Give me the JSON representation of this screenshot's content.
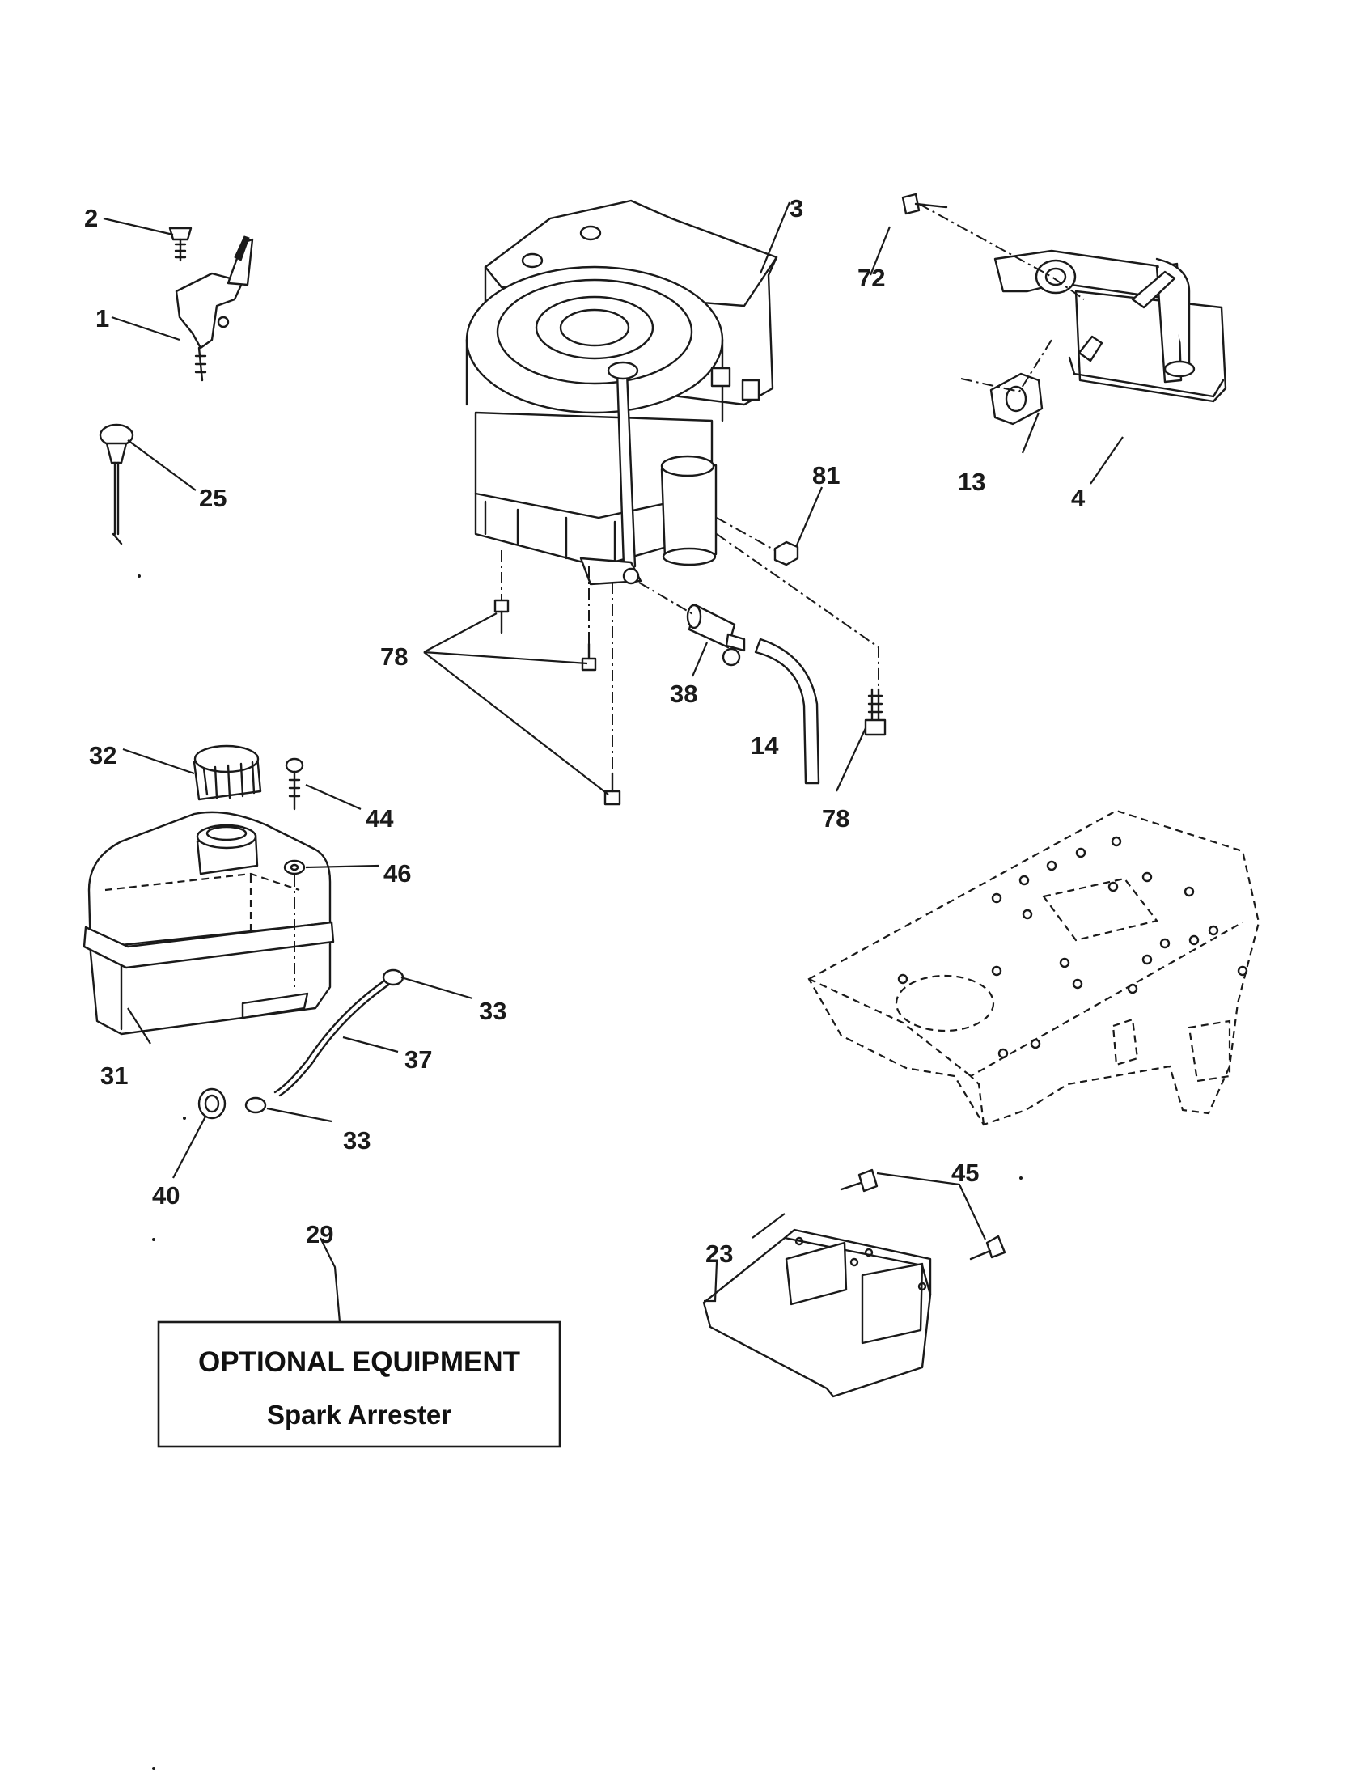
{
  "callouts": {
    "n1": "1",
    "n2": "2",
    "n3": "3",
    "n4": "4",
    "n13": "13",
    "n14": "14",
    "n23": "23",
    "n25": "25",
    "n29": "29",
    "n31": "31",
    "n32": "32",
    "n33a": "33",
    "n33b": "33",
    "n37": "37",
    "n38": "38",
    "n40": "40",
    "n44": "44",
    "n45": "45",
    "n46": "46",
    "n72": "72",
    "n78a": "78",
    "n78b": "78",
    "n81": "81"
  },
  "optional_box": {
    "heading": "OPTIONAL EQUIPMENT",
    "item": "Spark Arrester"
  },
  "colors": {
    "line": "#1a1a1a",
    "background": "#ffffff"
  }
}
